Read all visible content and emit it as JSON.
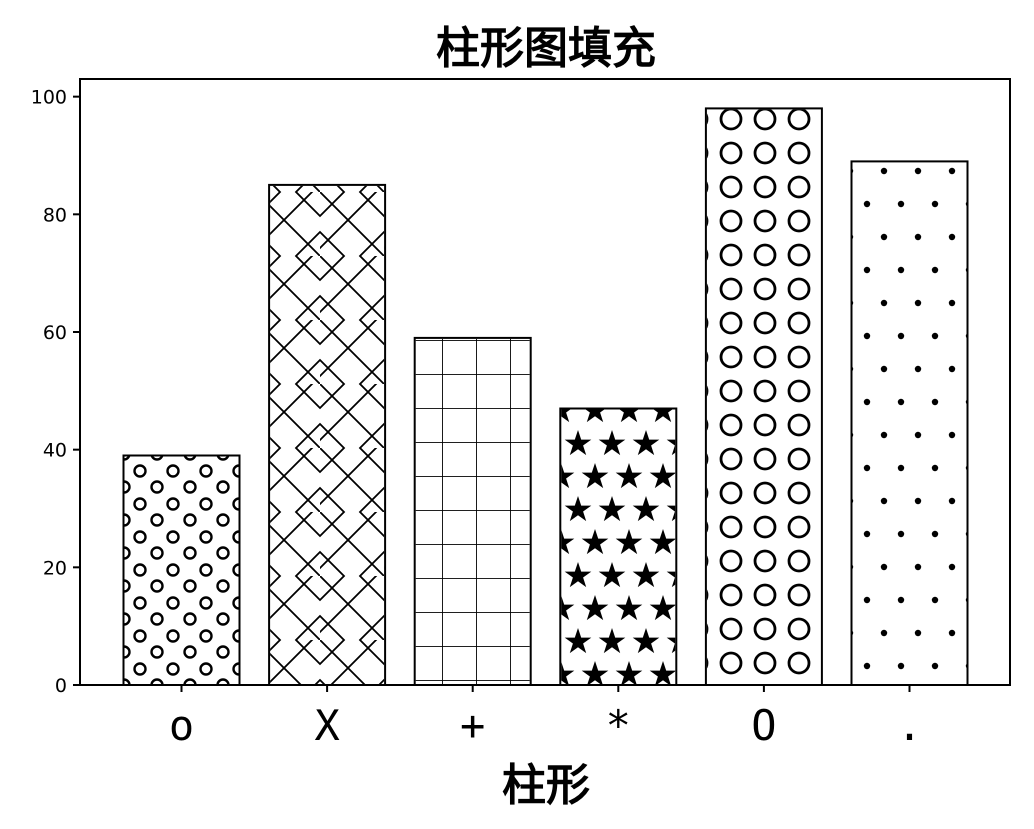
{
  "chart_data": {
    "type": "bar",
    "title": "柱形图填充",
    "xlabel": "柱形",
    "ylabel": "",
    "categories": [
      "o",
      "X",
      "+",
      "*",
      "O",
      "."
    ],
    "values": [
      39,
      85,
      59,
      47,
      98,
      89
    ],
    "hatches": [
      "o",
      "x",
      "+",
      "*",
      "O",
      "."
    ],
    "ylim": [
      0,
      103
    ],
    "yticks": [
      0,
      20,
      40,
      60,
      80,
      100
    ],
    "grid": false,
    "bar_fill": "#ffffff",
    "bar_edge": "#000000"
  }
}
